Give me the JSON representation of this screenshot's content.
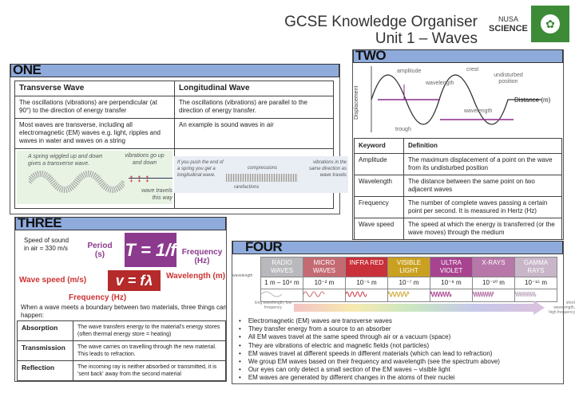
{
  "header": {
    "title": "GCSE Knowledge Organiser",
    "subtitle": "Unit 1 – Waves",
    "school_top": "NUSA",
    "school_bottom": "SCIENCE"
  },
  "one": {
    "heading": "ONE",
    "columns": [
      "Transverse Wave",
      "Longitudinal Wave"
    ],
    "rows": [
      [
        "The oscillations (vibrations) are perpendicular (at 90°) to the direction of energy transfer",
        "The oscillations (vibrations) are parallel to the direction of energy transfer."
      ],
      [
        "Most waves are transverse, including all electromagnetic (EM) waves e.g. light, ripples and waves in water and waves on a string",
        "An example is sound waves in air"
      ]
    ],
    "transverse_img": {
      "caption": "A spring wiggled up and down gives a transverse wave.",
      "vib": "vibrations go up and down",
      "travel": "wave travels this way"
    },
    "longitudinal_img": {
      "caption": "If you push the end of a spring you get a longitudinal wave.",
      "compressions": "compressions",
      "rarefactions": "rarefactions",
      "vib": "vibrations in the same direction as wave travels"
    }
  },
  "two": {
    "heading": "TWO",
    "diagram": {
      "ylabel": "Displacement",
      "xlabel": "Distance (m)",
      "amplitude": "amplitude",
      "wavelength": "wavelength",
      "crest": "crest",
      "trough": "trough",
      "undisturbed": "undisturbed position"
    },
    "columns": [
      "Keyword",
      "Definition"
    ],
    "rows": [
      [
        "Amplitude",
        "The maximum displacement of a point on the wave from its undisturbed position"
      ],
      [
        "Wavelength",
        "The distance between the same point on two adjacent waves"
      ],
      [
        "Frequency",
        "The number of complete waves passing a certain point per second. It is measured in Hertz (Hz)"
      ],
      [
        "Wave speed",
        "The speed at which the energy is transferred (or the wave moves) through the medium"
      ]
    ]
  },
  "three": {
    "heading": "THREE",
    "speed_of_sound": "Speed of sound in air = 330 m/s",
    "eq1": {
      "formula": "T = 1/f",
      "left": "Period (s)",
      "right": "Frequency (Hz)"
    },
    "eq2": {
      "formula": "v = fλ",
      "left": "Wave speed (m/s)",
      "right": "Wavelength (m)",
      "bottom": "Frequency (Hz)"
    },
    "intro": "When a wave meets a boundary between two materials, three things can happen:",
    "rows": [
      [
        "Absorption",
        "The wave transfers energy to the material's energy stores (often thermal energy store = heating)"
      ],
      [
        "Transmission",
        "The wave carries on travelling through the new material. This leads to refraction."
      ],
      [
        "Reflection",
        "The incoming ray is neither absorbed or transmitted, it is 'sent back' away from the second material"
      ]
    ]
  },
  "four": {
    "heading": "FOUR",
    "wavelength_label": "wavelength",
    "spectrum": [
      {
        "name": "RADIO WAVES",
        "wl": "1 m – 10⁴ m",
        "color": "#b9b9bd"
      },
      {
        "name": "MICRO WAVES",
        "wl": "10⁻² m",
        "color": "#c46a72"
      },
      {
        "name": "INFRA RED",
        "wl": "10⁻⁵ m",
        "color": "#c8303a"
      },
      {
        "name": "VISIBLE LIGHT",
        "wl": "10⁻⁷ m",
        "color": "#c9a020"
      },
      {
        "name": "ULTRA VIOLET",
        "wl": "10⁻⁸ m",
        "color": "#a8438f"
      },
      {
        "name": "X-RAYS",
        "wl": "10⁻¹⁰ m",
        "color": "#b777a8"
      },
      {
        "name": "GAMMA RAYS",
        "wl": "10⁻¹⁵ m",
        "color": "#c8b6c8"
      }
    ],
    "low": "long wavelength, low frequency",
    "high": "short wavelength, high frequency",
    "bullets": [
      "Electromagnetic (EM) waves are transverse waves",
      "They transfer energy from a source to an absorber",
      "All EM waves travel at the same speed through air or a vacuum (space)",
      "They are vibrations of electric and magnetic fields (not particles)",
      "EM waves travel at different speeds in different materials (which can lead to refraction)",
      "We group EM waves based on their frequency and wavelength (see the spectrum above)",
      "Our eyes can only detect a small section of the EM waves – visible light",
      "EM waves are generated by different changes in the atoms of their nuclei"
    ]
  }
}
